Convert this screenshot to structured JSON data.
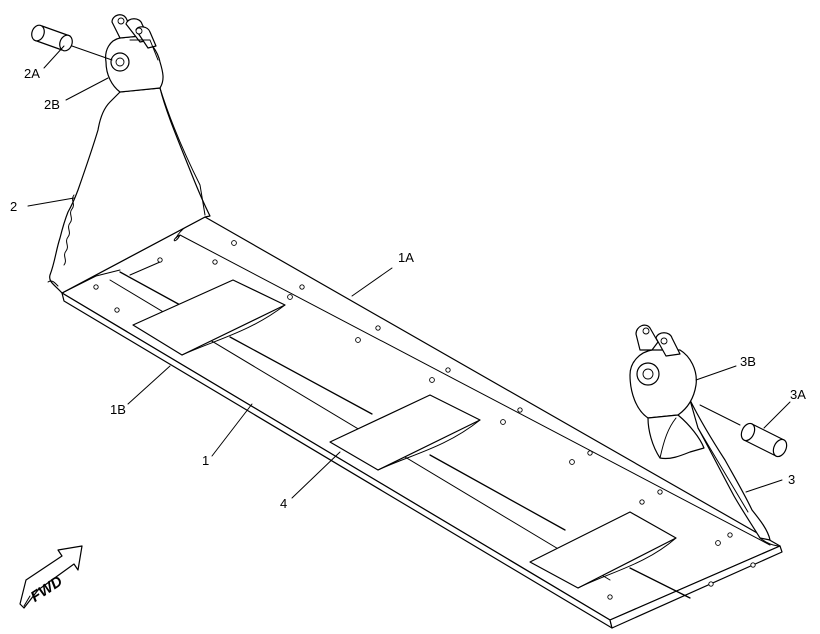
{
  "callouts": {
    "c2A": "2A",
    "c2B": "2B",
    "c2": "2",
    "c1A": "1A",
    "c1B": "1B",
    "c1": "1",
    "c4": "4",
    "c3B": "3B",
    "c3A": "3A",
    "c3": "3"
  },
  "direction_label": "FWD"
}
